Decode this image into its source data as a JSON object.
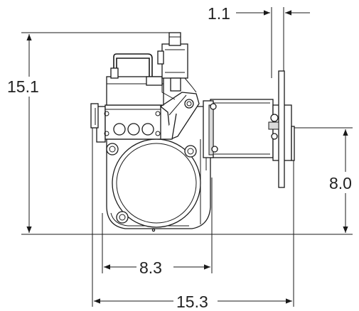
{
  "dimensions": {
    "overall_height": "15.1",
    "flange_thickness": "1.1",
    "shaft_height": "8.0",
    "housing_width": "8.3",
    "overall_width": "15.3"
  },
  "colors": {
    "line": "#1a1a1a",
    "text": "#222222",
    "background": "#ffffff"
  }
}
